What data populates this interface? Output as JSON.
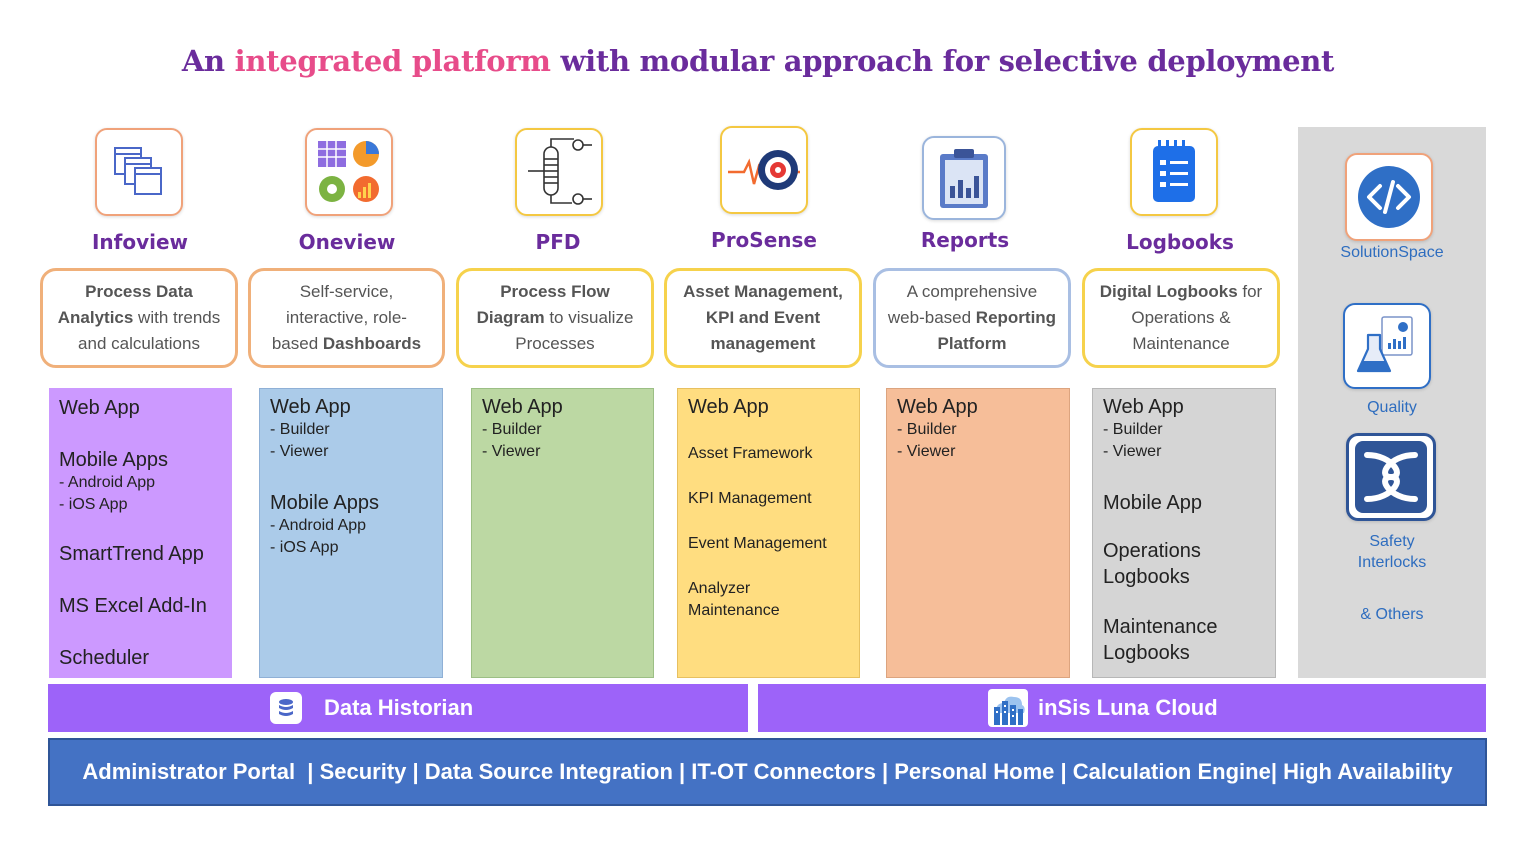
{
  "title": {
    "pre": "An ",
    "highlight": "integrated platform",
    "post": " with modular approach for selective deployment"
  },
  "colors": {
    "title": "#6a2c9c",
    "highlight": "#e74c8a",
    "bar": "#9d63f9",
    "footer": "#4472c4",
    "infoview": "#cc99ff",
    "oneview": "#abcbe9",
    "pfd": "#bcd8a3",
    "prosense": "#ffdd80",
    "reports": "#f6be99",
    "logbooks": "#d5d5d5",
    "side": "#d9d9d9"
  },
  "modules": [
    {
      "name": "Infoview",
      "icon": "stacked-windows-icon",
      "desc": [
        {
          "t": "Process Data",
          "b": true
        },
        {
          "t": "Analytics",
          "b": true
        },
        {
          "t": " with trends",
          "b": false
        },
        {
          "t": "and calculations",
          "b": false
        }
      ],
      "items": [
        "Web App",
        "Mobile Apps",
        "- Android App",
        "- iOS App",
        "SmartTrend App",
        "MS Excel Add-In",
        "Scheduler"
      ]
    },
    {
      "name": "Oneview",
      "icon": "dashboard-widgets-icon",
      "desc": [
        {
          "t": "Self-service,",
          "b": false
        },
        {
          "t": "interactive, role-",
          "b": false
        },
        {
          "t": "based ",
          "b": false
        },
        {
          "t": "Dashboards",
          "b": true
        }
      ],
      "items": [
        "Web App",
        "- Builder",
        "- Viewer",
        "Mobile Apps",
        "- Android App",
        "- iOS App"
      ]
    },
    {
      "name": "PFD",
      "icon": "process-flow-diagram-icon",
      "desc": [
        {
          "t": "Process Flow",
          "b": true
        },
        {
          "t": "Diagram",
          "b": true
        },
        {
          "t": " to visualize",
          "b": false
        },
        {
          "t": "Processes",
          "b": false
        }
      ],
      "items": [
        "Web App",
        "- Builder",
        "- Viewer"
      ]
    },
    {
      "name": "ProSense",
      "icon": "target-pulse-icon",
      "desc": [
        {
          "t": "Asset Management,",
          "b": true
        },
        {
          "t": "KPI and Event",
          "b": true
        },
        {
          "t": "management",
          "b": true
        }
      ],
      "items": [
        "Web App",
        "Asset Framework",
        "KPI Management",
        "Event Management",
        "Analyzer",
        "Maintenance"
      ]
    },
    {
      "name": "Reports",
      "icon": "clipboard-chart-icon",
      "desc": [
        {
          "t": "A comprehensive",
          "b": false
        },
        {
          "t": "web-based ",
          "b": false
        },
        {
          "t": "Reporting",
          "b": true
        },
        {
          "t": "Platform",
          "b": true
        }
      ],
      "items": [
        "Web App",
        "- Builder",
        "- Viewer"
      ]
    },
    {
      "name": "Logbooks",
      "icon": "notebook-list-icon",
      "desc": [
        {
          "t": "Digital Logbooks",
          "b": true
        },
        {
          "t": " for",
          "b": false
        },
        {
          "t": "Operations &",
          "b": false
        },
        {
          "t": "Maintenance",
          "b": false
        }
      ],
      "items": [
        "Web App",
        "- Builder",
        "- Viewer",
        "Mobile App",
        "Operations",
        "Logbooks",
        "Maintenance",
        "Logbooks"
      ]
    }
  ],
  "side": {
    "solution_space": "SolutionSpace",
    "quality": "Quality",
    "safety_1": "Safety",
    "safety_2": "Interlocks",
    "others": "& Others"
  },
  "bars": {
    "historian": "Data Historian",
    "cloud": "inSis Luna Cloud"
  },
  "footer": "Administrator Portal  | Security | Data Source Integration | IT-OT Connectors | Personal Home | Calculation Engine| High Availability"
}
